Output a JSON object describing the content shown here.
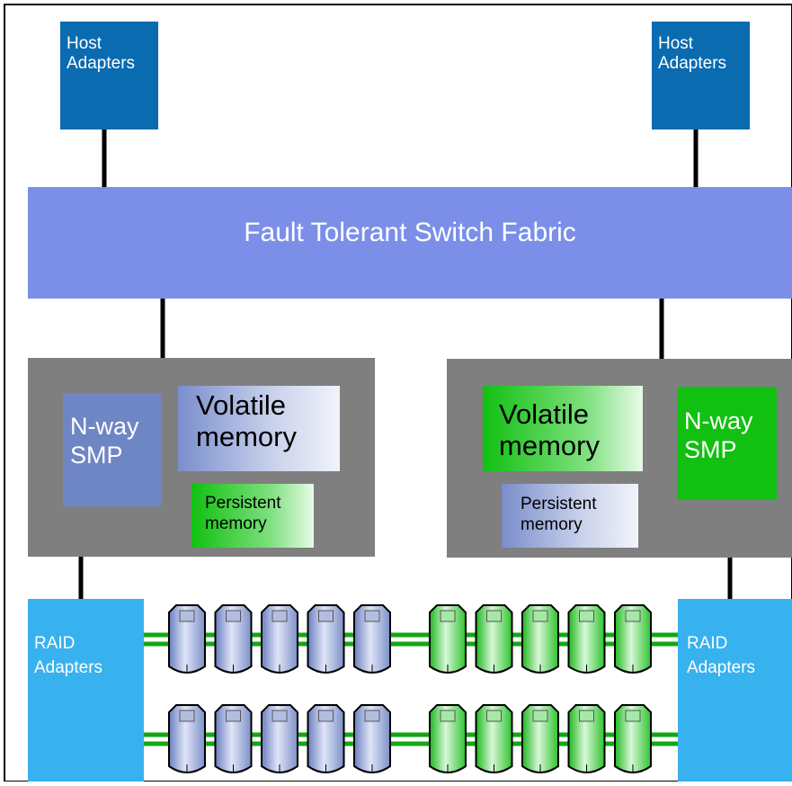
{
  "host_adapters": {
    "left": {
      "line1": "Host",
      "line2": "Adapters"
    },
    "right": {
      "line1": "Host",
      "line2": "Adapters"
    }
  },
  "switch_fabric": {
    "label": "Fault Tolerant Switch Fabric"
  },
  "controllers": {
    "left": {
      "smp": {
        "line1": "N-way",
        "line2": "SMP"
      },
      "volatile": {
        "line1": "Volatile",
        "line2": "memory"
      },
      "persistent": {
        "line1": "Persistent",
        "line2": "memory"
      }
    },
    "right": {
      "smp": {
        "line1": "N-way",
        "line2": "SMP"
      },
      "volatile": {
        "line1": "Volatile",
        "line2": "memory"
      },
      "persistent": {
        "line1": "Persistent",
        "line2": "memory"
      }
    }
  },
  "raid_adapters": {
    "left": {
      "line1": "RAID",
      "line2": "Adapters"
    },
    "right": {
      "line1": "RAID",
      "line2": "Adapters"
    }
  },
  "disk_arrays": {
    "blue_group": {
      "color": "blue",
      "columns": 5,
      "rows": 2
    },
    "green_group": {
      "color": "green",
      "columns": 5,
      "rows": 2
    }
  },
  "colors": {
    "host_adapter": "#0b6bb0",
    "switch_fabric": "#7b8fe8",
    "controller": "#7f7f7f",
    "raid_adapter": "#38b1ef",
    "bus_green": "#13a713",
    "connector": "#000000"
  }
}
